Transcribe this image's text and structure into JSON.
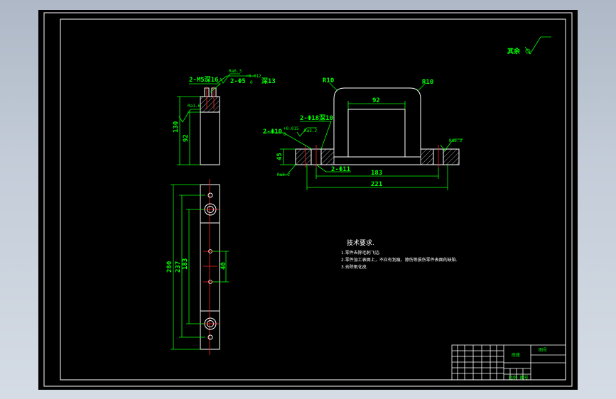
{
  "colors": {
    "background": "#000000",
    "viewport": "#c3ccd8",
    "outline": "#ffffff",
    "dimension": "#00ff00",
    "centerline": "#ff2020"
  },
  "roughness": {
    "label": "其余"
  },
  "side_view": {
    "hole_note": "2-M5深16",
    "roughness": "Ra1.6",
    "dim_height": "130",
    "dim_inner": "92"
  },
  "front_view": {
    "thread_note": "2-Φ5",
    "thread_tol_top": "+0.012",
    "thread_tol_bot": "0",
    "thread_depth": "深13",
    "ra_top": "Ra6.3",
    "radius_left": "R10",
    "radius_right": "R10",
    "dim_inner": "92",
    "counterbore_note": "2-Φ18深10",
    "hole_note": "2-Φ10",
    "hole_tol_top": "+0.015",
    "hole_tol_bot": "0",
    "ra_hole": "Ra3.2",
    "dim_base": "45",
    "ra_bottom": "Ra3.2",
    "through_note": "2-Φ11",
    "dim_holes": "183",
    "dim_total": "221",
    "ra_right": "Ra6.3"
  },
  "plan_view": {
    "dim_overall": "280",
    "dim_mid": "237",
    "dim_inner": "183",
    "dim_small": "40"
  },
  "notes": {
    "title": "技术要求.",
    "lines": [
      "1.零件去除毛刺飞边.",
      "2.零件加工表面上，不应有划痕、擦伤等损伤零件表面的缺陷.",
      "3.去除氧化皮."
    ]
  },
  "title_block": {
    "center_label": "底座",
    "right_label": "图号",
    "stamp": "比例  图号"
  }
}
